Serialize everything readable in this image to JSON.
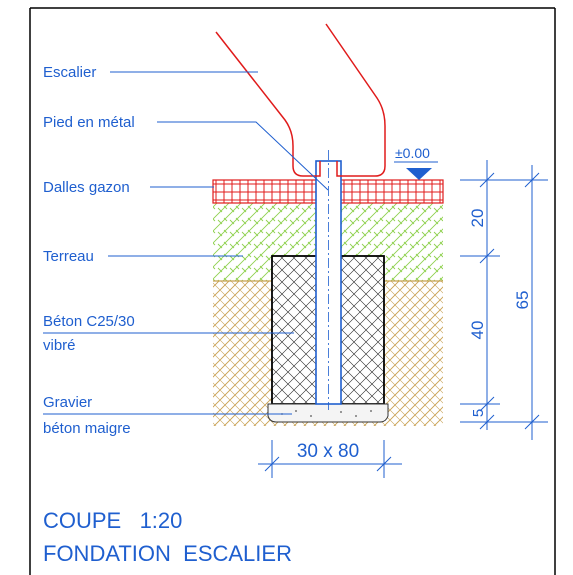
{
  "colors": {
    "annotation": "#1f5fcf",
    "stair": "#e01b1b",
    "turf": "#e01b1b",
    "topsoil": "#8fd14f",
    "ground": "#c8a050",
    "concrete": "#111111",
    "frame": "#000000"
  },
  "labels": {
    "escalier": "Escalier",
    "pied": "Pied en métal",
    "dalles": "Dalles gazon",
    "terreau": "Terreau",
    "beton_1": "Béton C25/30",
    "beton_2": "vibré",
    "gravier_1": "Gravier",
    "gravier_2": "béton maigre"
  },
  "level": "±0.00",
  "dims": {
    "d20": "20",
    "d40": "40",
    "d5": "5",
    "d65": "65",
    "width": "30 x 80"
  },
  "title": {
    "line1": "COUPE   1:20",
    "line2": "FONDATION  ESCALIER"
  }
}
